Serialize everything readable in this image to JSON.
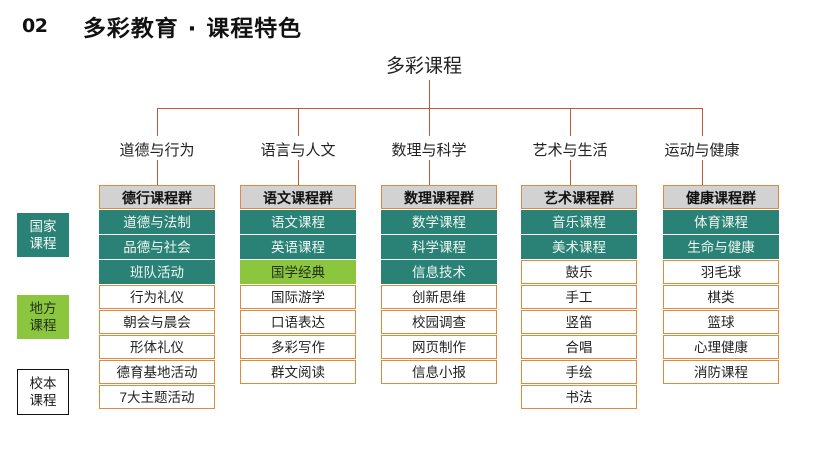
{
  "header": {
    "number": "02",
    "title": "多彩教育 · 课程特色"
  },
  "diagram": {
    "root": "多彩课程",
    "branches": [
      "道德与行为",
      "语言与人文",
      "数理与科学",
      "艺术与生活",
      "运动与健康"
    ],
    "columns": [
      {
        "header": "德行课程群",
        "items": [
          {
            "label": "道德与法制",
            "type": "national"
          },
          {
            "label": "品德与社会",
            "type": "national"
          },
          {
            "label": "班队活动",
            "type": "national"
          },
          {
            "label": "行为礼仪",
            "type": "school"
          },
          {
            "label": "朝会与晨会",
            "type": "school"
          },
          {
            "label": "形体礼仪",
            "type": "school"
          },
          {
            "label": "德育基地活动",
            "type": "school"
          },
          {
            "label": "7大主题活动",
            "type": "school"
          }
        ]
      },
      {
        "header": "语文课程群",
        "items": [
          {
            "label": "语文课程",
            "type": "national"
          },
          {
            "label": "英语课程",
            "type": "national"
          },
          {
            "label": "国学经典",
            "type": "local"
          },
          {
            "label": "国际游学",
            "type": "school"
          },
          {
            "label": "口语表达",
            "type": "school"
          },
          {
            "label": "多彩写作",
            "type": "school"
          },
          {
            "label": "群文阅读",
            "type": "school"
          }
        ]
      },
      {
        "header": "数理课程群",
        "items": [
          {
            "label": "数学课程",
            "type": "national"
          },
          {
            "label": "科学课程",
            "type": "national"
          },
          {
            "label": "信息技术",
            "type": "national"
          },
          {
            "label": "创新思维",
            "type": "school"
          },
          {
            "label": "校园调查",
            "type": "school"
          },
          {
            "label": "网页制作",
            "type": "school"
          },
          {
            "label": "信息小报",
            "type": "school"
          }
        ]
      },
      {
        "header": "艺术课程群",
        "items": [
          {
            "label": "音乐课程",
            "type": "national"
          },
          {
            "label": "美术课程",
            "type": "national"
          },
          {
            "label": "鼓乐",
            "type": "school"
          },
          {
            "label": "手工",
            "type": "school"
          },
          {
            "label": "竖笛",
            "type": "school"
          },
          {
            "label": "合唱",
            "type": "school"
          },
          {
            "label": "手绘",
            "type": "school"
          },
          {
            "label": "书法",
            "type": "school"
          }
        ]
      },
      {
        "header": "健康课程群",
        "items": [
          {
            "label": "体育课程",
            "type": "national"
          },
          {
            "label": "生命与健康",
            "type": "national"
          },
          {
            "label": "羽毛球",
            "type": "school"
          },
          {
            "label": "棋类",
            "type": "school"
          },
          {
            "label": "篮球",
            "type": "school"
          },
          {
            "label": "心理健康",
            "type": "school"
          },
          {
            "label": "消防课程",
            "type": "school"
          }
        ]
      }
    ]
  },
  "legend": [
    {
      "label": "国家\n课程",
      "type": "national"
    },
    {
      "label": "地方\n课程",
      "type": "local"
    },
    {
      "label": "校本\n课程",
      "type": "school"
    }
  ],
  "colors": {
    "national": "#2A8276",
    "local": "#8CC63E",
    "school": "#FFFFFF",
    "cell_border": "#E08A3C",
    "header_cell": "#D2D2D2",
    "connector": "#BE5A3A",
    "text": "#222222"
  }
}
